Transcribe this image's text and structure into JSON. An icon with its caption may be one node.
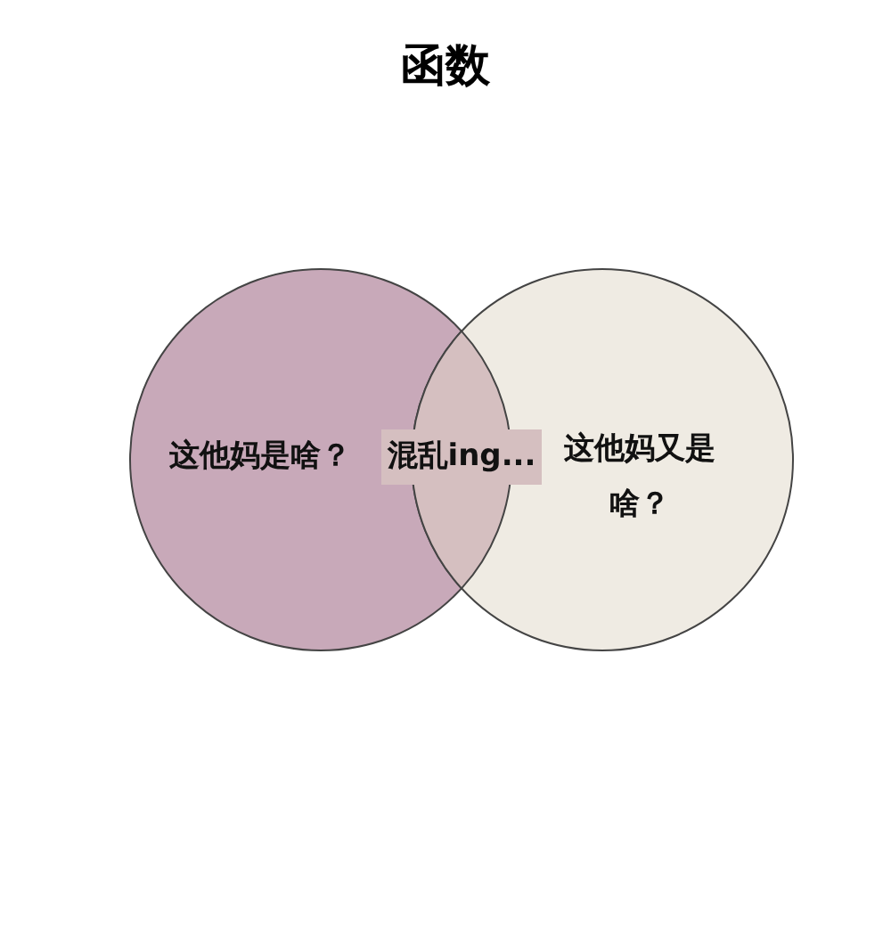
{
  "diagram": {
    "title": "函数",
    "nodes": [
      {
        "text": [
          "这他妈是啥？"
        ]
      },
      {
        "text": [
          "这他妈又是啥？"
        ]
      },
      {
        "text": [
          "混乱ing..."
        ]
      }
    ]
  }
}
